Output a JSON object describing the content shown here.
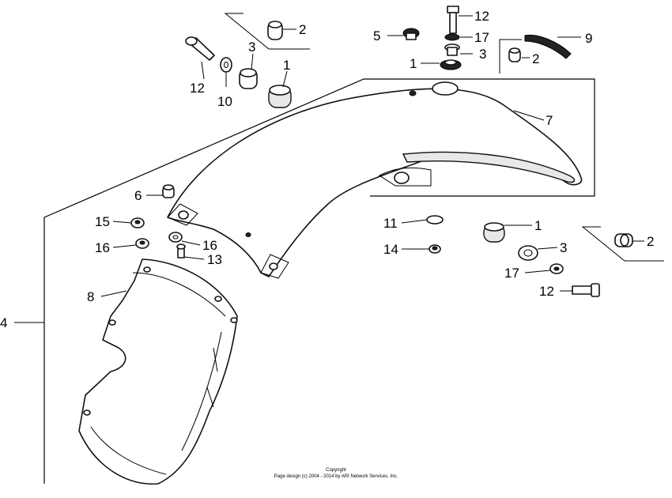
{
  "diagram": {
    "labels": {
      "label_4": "4",
      "label_2a": "2",
      "label_3a": "3",
      "label_1a": "1",
      "label_12a": "12",
      "label_10": "10",
      "label_5": "5",
      "label_12b": "12",
      "label_17a": "17",
      "label_3b": "3",
      "label_1b": "1",
      "label_9": "9",
      "label_2b": "2",
      "label_7": "7",
      "label_6": "6",
      "label_15": "15",
      "label_16a": "16",
      "label_16b": "16",
      "label_13": "13",
      "label_8": "8",
      "label_11": "11",
      "label_14": "14",
      "label_1c": "1",
      "label_2c": "2",
      "label_3c": "3",
      "label_17b": "17",
      "label_12c": "12"
    },
    "copyright_line1": "Copyright",
    "copyright_line2": "Page design (c) 2004 - 2014 by ARI Network Services, Inc."
  }
}
